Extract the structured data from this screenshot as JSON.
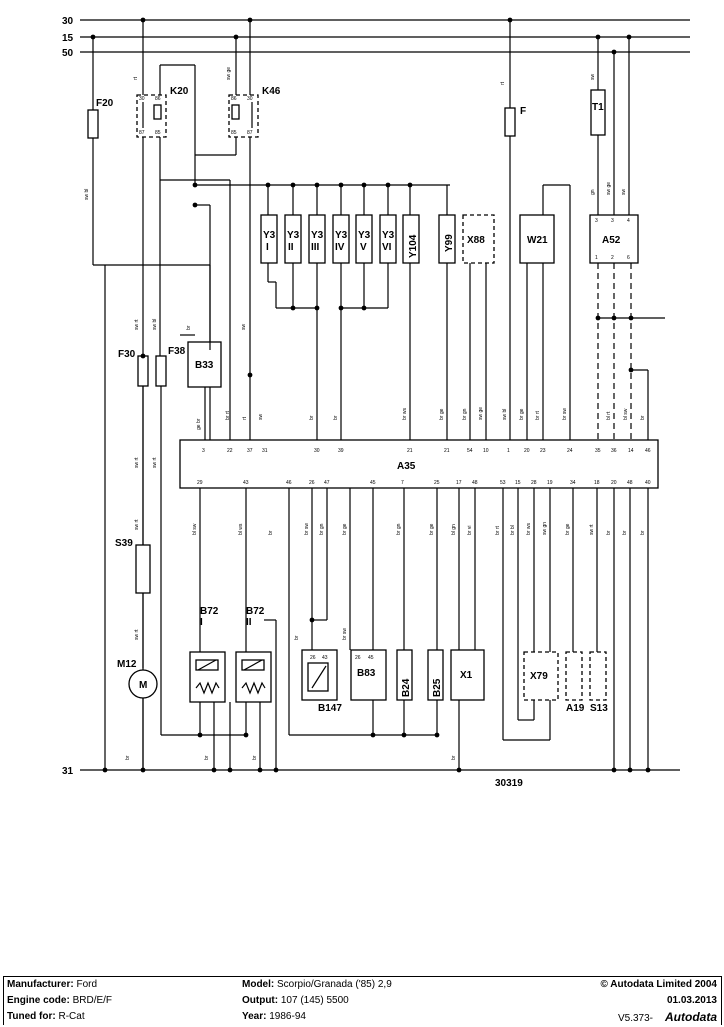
{
  "rails": {
    "r30": "30",
    "r15": "15",
    "r50": "50",
    "r31": "31"
  },
  "components": {
    "F20": "F20",
    "K20": "K20",
    "K46": "K46",
    "F": "F",
    "T1": "T1",
    "Y3_I": [
      "Y3",
      "I"
    ],
    "Y3_II": [
      "Y3",
      "II"
    ],
    "Y3_III": [
      "Y3",
      "III"
    ],
    "Y3_IV": [
      "Y3",
      "IV"
    ],
    "Y3_V": [
      "Y3",
      "V"
    ],
    "Y3_VI": [
      "Y3",
      "VI"
    ],
    "Y104": "Y104",
    "Y99": "Y99",
    "X88": "X88",
    "W21": "W21",
    "A52": "A52",
    "B33": "B33",
    "F30": "F30",
    "F38": "F38",
    "A35": "A35",
    "S39": "S39",
    "M12": "M12",
    "M": "M",
    "B72_I": [
      "B72",
      "I"
    ],
    "B72_II": [
      "B72",
      "II"
    ],
    "B147": "B147",
    "B83": "B83",
    "B24": "B24",
    "B25": "B25",
    "X1": "X1",
    "X79": "X79",
    "A19": "A19",
    "S13": "S13"
  },
  "wire_colors": {
    "sw": "sw",
    "rt": "rt",
    "swgn": "sw ge",
    "swbl": "sw bl",
    "br": "br",
    "gn": "gn",
    "swrt": "sw rt",
    "gebr": "ge br",
    "brrt": "br rt",
    "brws": "br ws",
    "brge": "br ge",
    "brgn": "br gn",
    "swge": "sw ge",
    "blrt": "bl rt",
    "brbl": "br bl",
    "swgrn": "sw gn",
    "blsw": "bl sw",
    "blws": "bl ws",
    "brsw": "br sw",
    "blgn": "bl gn",
    "brvi": "br vi",
    "blbr": "bl br"
  },
  "relay_pins": {
    "p30": "30",
    "p86": "86",
    "p87": "87",
    "p85": "85"
  },
  "a35_pins_top": [
    "3",
    "22",
    "37",
    "31",
    "30",
    "39",
    "21",
    "21",
    "54",
    "10",
    "1",
    "20",
    "23",
    "24",
    "35",
    "36",
    "14",
    "46"
  ],
  "a35_pins_bottom": [
    "29",
    "43",
    "46",
    "26",
    "47",
    "45",
    "7",
    "25",
    "17",
    "48",
    "53",
    "15",
    "28",
    "19",
    "34",
    "18",
    "20",
    "48",
    "40"
  ],
  "a52_pins": {
    "top": [
      "3",
      "3",
      "4"
    ],
    "bottom": [
      "1",
      "2",
      "6"
    ]
  },
  "misc_pins": {
    "b147_a": "26",
    "b147_b": "43",
    "b83_a": "26",
    "b83_b": "45"
  },
  "diagram_number": "30319",
  "footer": {
    "manufacturer_label": "Manufacturer:",
    "manufacturer": "Ford",
    "engine_label": "Engine code:",
    "engine": "BRD/E/F",
    "tuned_label": "Tuned for:",
    "tuned": "R-Cat",
    "model_label": "Model:",
    "model": "Scorpio/Granada ('85) 2,9",
    "output_label": "Output:",
    "output": "107 (145) 5500",
    "year_label": "Year:",
    "year": "1986-94",
    "copyright": "© Autodata Limited 2004",
    "date": "01.03.2013",
    "version": "V5.373-",
    "brand": "Autodata"
  }
}
